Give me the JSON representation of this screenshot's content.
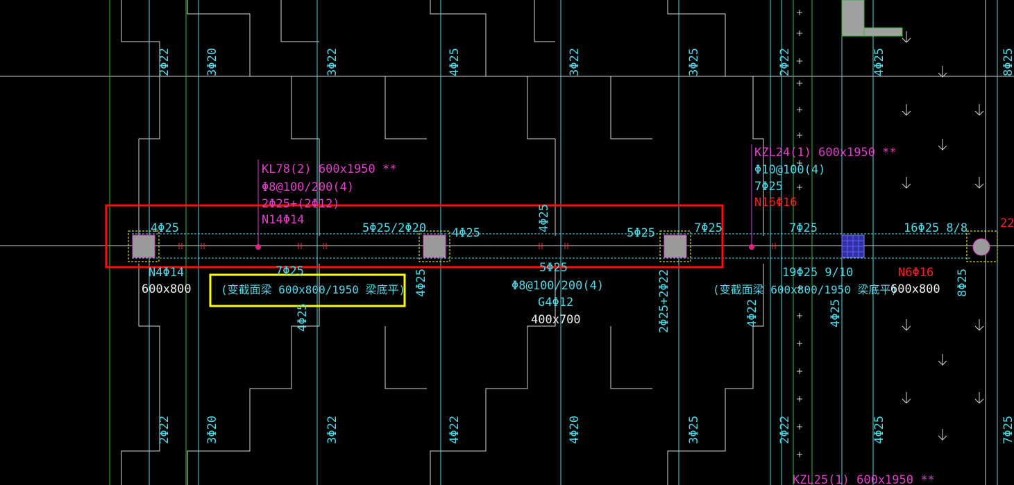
{
  "colors": {
    "background": "#000000",
    "rebar_text": "#55d6e6",
    "beam_label": "#e040c8",
    "dimension_text": "#f0f0f0",
    "warning_text": "#ff2020",
    "highlight_red": "#ff1010",
    "highlight_yellow": "#ffff00",
    "wall_lines": "#e6e6e6",
    "grid_green": "#30c030"
  },
  "wall_labels_top": [
    "2Φ22",
    "3Φ20",
    "3Φ22",
    "4Φ25",
    "3Φ22",
    "3Φ25",
    "2Φ22",
    "4Φ25",
    "8Φ25"
  ],
  "wall_labels_bottom": [
    "2Φ22",
    "3Φ20",
    "3Φ22",
    "4Φ22",
    "4Φ20",
    "3Φ25",
    "2Φ22",
    "4Φ25",
    "7Φ25"
  ],
  "beam_kl78": {
    "name": "KL78(2) 600x1950 **",
    "stirrup": "Φ8@100/200(4)",
    "top_bars": "2Φ25+(2Φ12)",
    "side_bars": "N14Φ14"
  },
  "beam_kzl24": {
    "name": "KZL24(1) 600x1950 **",
    "stirrup": "Φ10@100(4)",
    "top_bars": "7Φ25",
    "side_bars": "N16Φ16"
  },
  "beam_kzl25": {
    "name": "KZL25(1) 600x1950 **"
  },
  "span_labels": {
    "left_support": "4Φ25",
    "left_bottom": "N4Φ14",
    "left_size": "600x800",
    "mid_bottom_left": "7Φ25",
    "note_left": "(变截面梁 600x800/1950 梁底平)",
    "vertical_left": "4Φ25",
    "support_2_left": "5Φ25/2Φ20",
    "support_2_right": "4Φ25",
    "support_2_vertical": "4Φ25",
    "beam_mid_vertical": "4Φ25",
    "mid_bottom": "5Φ25",
    "mid_stirrup": "Φ8@100/200(4)",
    "mid_side": "G4Φ12",
    "mid_size": "400x700",
    "support_3_left": "5Φ25",
    "support_3_right": "7Φ25",
    "support_3_vertical": "2Φ25+2Φ22",
    "right_top": "7Φ25",
    "right_bottom": "19Φ25 9/10",
    "note_right": "(变截面梁 600x800/1950 梁底平)",
    "right_vertical_1": "4Φ22",
    "right_vertical_2": "4Φ25",
    "far_right_top": "16Φ25 8/8",
    "far_right_edge": "22",
    "far_right_bottom": "N6Φ16",
    "far_right_size": "600x800",
    "far_right_vertical": "8Φ25"
  }
}
